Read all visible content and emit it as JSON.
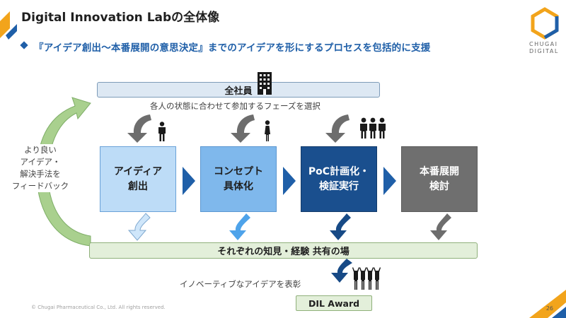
{
  "header": {
    "title": "Digital Innovation Labの全体像",
    "subtitle": "『アイデア創出～本番展開の意思決定』までのアイデアを形にするプロセスを包括的に支援"
  },
  "logo": {
    "line1": "CHUGAI",
    "line2": "DIGITAL"
  },
  "all_employees": {
    "label": "全社員",
    "caption": "各人の状態に合わせて参加するフェーズを選択"
  },
  "feedback": {
    "lines": [
      "より良い",
      "アイデア・",
      "解決手法を",
      "フィードバック"
    ]
  },
  "stages": [
    {
      "line1": "アイディア",
      "line2": "創出",
      "bg": "#bddcf7",
      "border": "#6aa2d8",
      "color": "#1f1f1f"
    },
    {
      "line1": "コンセプト",
      "line2": "具体化",
      "bg": "#7fb8ec",
      "border": "#5b97d1",
      "color": "#1f1f1f"
    },
    {
      "line1": "PoC計画化・",
      "line2": "検証実行",
      "bg": "#1a4f8e",
      "border": "#123a6a",
      "color": "#ffffff"
    },
    {
      "line1": "本番展開",
      "line2": "検討",
      "bg": "#6f6f6f",
      "border": "#5a5a5a",
      "color": "#ffffff"
    }
  ],
  "shared": {
    "label": "それぞれの知見・経験 共有の場",
    "caption": "イノベーティブなアイデアを表彰"
  },
  "award": {
    "label": "DIL Award"
  },
  "footer": {
    "copyright": "© Chugai Pharmaceutical Co., Ltd. All rights reserved.",
    "page": "26"
  },
  "colors": {
    "accent_blue": "#1f5fa8",
    "accent_orange": "#f2a41b",
    "arrow_grey": "#6d6d6d",
    "arrow_green": "#9bc87b"
  },
  "icons": [
    "building-icon",
    "person-icon",
    "woman-icon",
    "group-icon",
    "cheering-group-icon"
  ]
}
